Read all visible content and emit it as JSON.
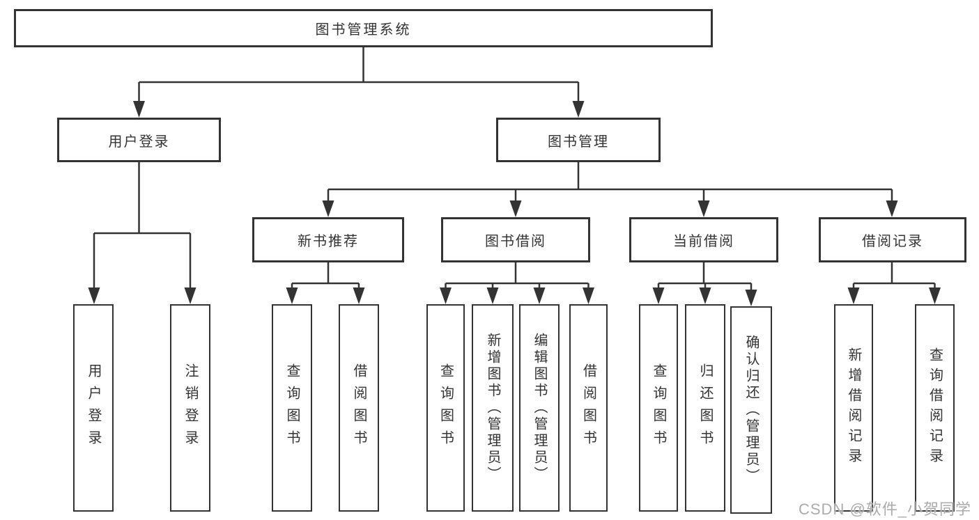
{
  "colors": {
    "line": "#333333",
    "box_border": "#333333",
    "text": "#333333",
    "background": "#ffffff",
    "watermark": "#ababab"
  },
  "watermark": "CSDN @软件_小贺同学",
  "tree": {
    "label": "图书管理系统",
    "children": [
      {
        "label": "用户登录",
        "children": [
          {
            "label": "用户登录"
          },
          {
            "label": "注销登录"
          }
        ]
      },
      {
        "label": "图书管理",
        "children": [
          {
            "label": "新书推荐",
            "children": [
              {
                "label": "查询图书"
              },
              {
                "label": "借阅图书"
              }
            ]
          },
          {
            "label": "图书借阅",
            "children": [
              {
                "label": "查询图书"
              },
              {
                "label": "新增图书（管理员）"
              },
              {
                "label": "编辑图书（管理员）"
              },
              {
                "label": "借阅图书"
              }
            ]
          },
          {
            "label": "当前借阅",
            "children": [
              {
                "label": "查询图书"
              },
              {
                "label": "归还图书"
              },
              {
                "label": "确认归还（管理员）"
              }
            ]
          },
          {
            "label": "借阅记录",
            "children": [
              {
                "label": "新增借阅记录"
              },
              {
                "label": "查询借阅记录"
              }
            ]
          }
        ]
      }
    ]
  }
}
